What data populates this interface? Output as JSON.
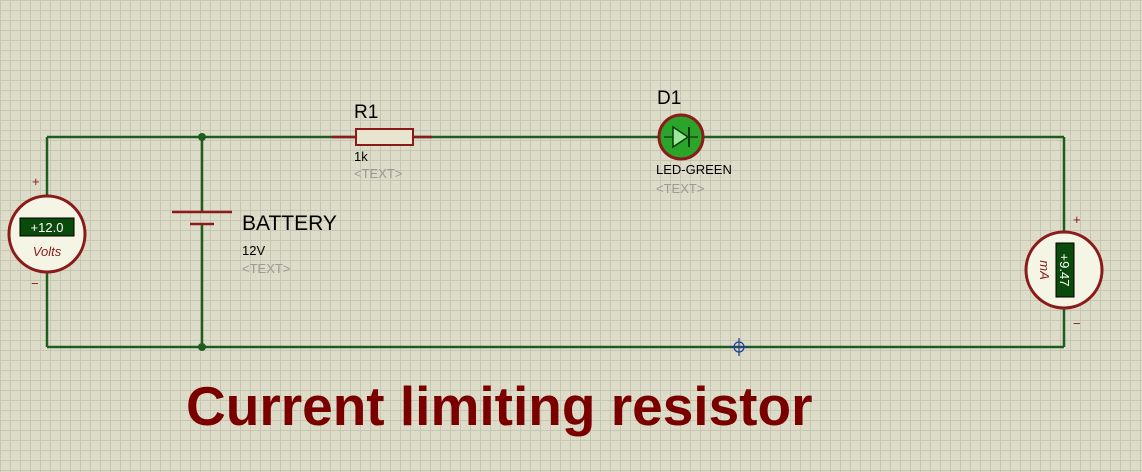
{
  "title": "Current limiting resistor",
  "resistor": {
    "ref": "R1",
    "value": "1k",
    "text": "<TEXT>"
  },
  "led": {
    "ref": "D1",
    "value": "LED-GREEN",
    "text": "<TEXT>"
  },
  "battery": {
    "ref": "BATTERY",
    "value": "12V",
    "text": "<TEXT>"
  },
  "voltmeter": {
    "reading": "+12.0",
    "unit": "Volts",
    "plus": "+",
    "minus": "−"
  },
  "ammeter": {
    "reading": "+9.47",
    "unit": "mA",
    "plus": "+",
    "minus": "−"
  },
  "colors": {
    "wire": "#1f5c1f",
    "component": "#8b1a1a",
    "meter_fill": "#f5f5e6",
    "led_fill": "#2aa52a",
    "title": "#7a0000"
  }
}
